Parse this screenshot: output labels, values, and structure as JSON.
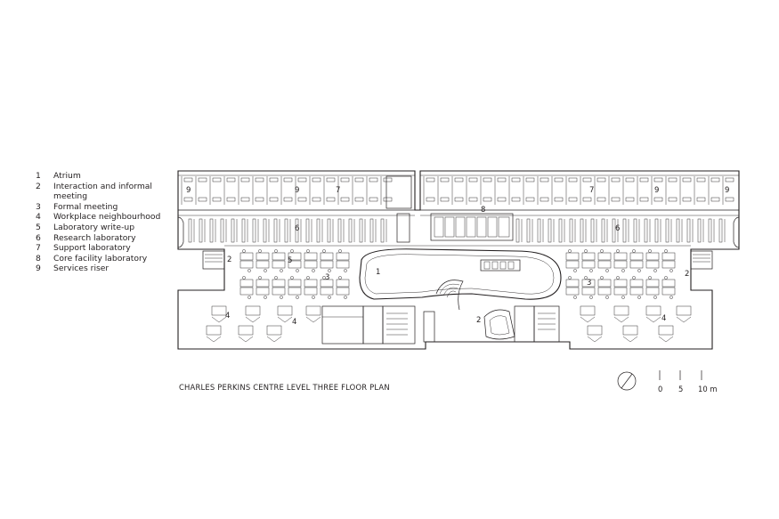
{
  "legend": [
    {
      "num": "1",
      "label": "Atrium"
    },
    {
      "num": "2",
      "label": "Interaction and informal meeting"
    },
    {
      "num": "3",
      "label": "Formal meeting"
    },
    {
      "num": "4",
      "label": "Workplace neighbourhood"
    },
    {
      "num": "5",
      "label": "Laboratory write-up"
    },
    {
      "num": "6",
      "label": "Research laboratory"
    },
    {
      "num": "7",
      "label": "Support laboratory"
    },
    {
      "num": "8",
      "label": "Core facility laboratory"
    },
    {
      "num": "9",
      "label": "Services riser"
    }
  ],
  "caption": "CHARLES PERKINS CENTRE LEVEL THREE FLOOR PLAN",
  "scale": {
    "labels": [
      "0",
      "5",
      "10 m"
    ]
  },
  "plan_labels": {
    "atrium": "1",
    "interaction_west": "2",
    "interaction_east": "2",
    "interaction_south": "2",
    "formal_west": "3",
    "formal_east": "3",
    "workplace_1": "4",
    "workplace_2": "4",
    "workplace_3": "4",
    "writeup": "5",
    "research_west": "6",
    "research_east": "6",
    "support_1": "7",
    "support_2": "7",
    "core": "8",
    "riser_1": "9",
    "riser_2": "9",
    "riser_3": "9",
    "riser_4": "9"
  }
}
